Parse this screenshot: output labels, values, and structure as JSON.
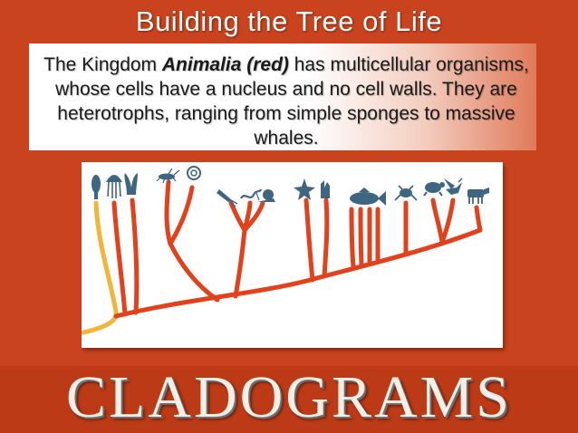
{
  "slide": {
    "title": "Building the Tree of Life",
    "description": {
      "part1": "The Kingdom ",
      "emphasis": "Animalia (red)",
      "part2": " has multicellular organisms, whose cells have a nucleus and no cell walls. They are heterotrophs, ranging from simple sponges to massive whales."
    },
    "footer_title": "CLADOGRAMS"
  },
  "colors": {
    "background": "#c9431e",
    "branch_red": "#e2411c",
    "branch_yellow": "#f2b43a",
    "silhouette": "#3f6680"
  },
  "icons": [
    "sponge-icon",
    "jellyfish-icon",
    "coral-icon",
    "insect-icon",
    "snail-shell-icon",
    "squid-icon",
    "worm-icon",
    "snail-icon",
    "starfish-icon",
    "sea-squirt-icon",
    "fish-icon",
    "frog-icon",
    "turtle-icon",
    "bird-icon",
    "cow-icon"
  ]
}
